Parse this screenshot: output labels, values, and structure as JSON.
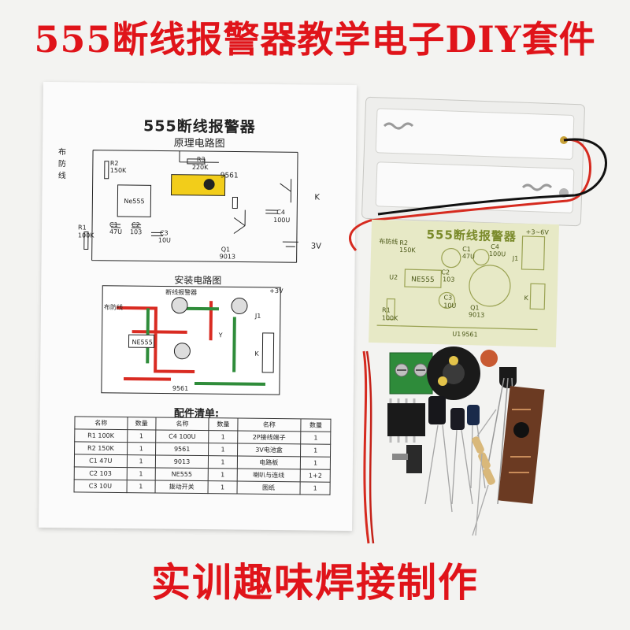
{
  "title": "555断线报警器教学电子DIY套件",
  "bottom_caption": "实训趣味焊接制作",
  "sheet": {
    "title": "555断线报警器",
    "subtitle_schematic": "原理电路图",
    "subtitle_assembly": "安装电路图",
    "subtitle_parts": "配件清单:",
    "schematic_labels": {
      "guard_wire": "布防线",
      "r2": "R2",
      "r2_val": "150K",
      "r3": "R3",
      "r3_val": "220K",
      "ic": "Ne555",
      "chip": "9561",
      "r1": "R1",
      "r1_val": "100K",
      "c1": "C1",
      "c1_val": "47U",
      "c2": "C2",
      "c2_val": "103",
      "c3": "C3",
      "c3_val": "10U",
      "c4": "C4",
      "c4_val": "100U",
      "q1": "Q1",
      "q1_val": "9013",
      "k": "K",
      "v": "3V"
    },
    "assembly_labels": {
      "board_title": "断线报警器",
      "guard": "布防线",
      "ne555": "NE555",
      "chip": "9561",
      "plus3v": "+3V",
      "j1": "J1",
      "k": "K",
      "y": "Y"
    },
    "parts_table": {
      "headers": [
        "名称",
        "数量",
        "名称",
        "数量",
        "名称",
        "数量"
      ],
      "rows": [
        [
          "R1  100K",
          "1",
          "C4 100U",
          "1",
          "2P接线端子",
          "1"
        ],
        [
          "R2  150K",
          "1",
          "9561",
          "1",
          "3V电池盒",
          "1"
        ],
        [
          "C1  47U",
          "1",
          "9013",
          "1",
          "电路板",
          "1"
        ],
        [
          "C2 103",
          "1",
          "NE555",
          "1",
          "喇叭与连线",
          "1+2"
        ],
        [
          "C3 10U",
          "1",
          "拨动开关",
          "1",
          "图纸",
          "1"
        ]
      ]
    }
  },
  "pcb": {
    "title": "555断线报警器",
    "labels": {
      "guard": "布防线",
      "r2": "R2",
      "r2_val": "150K",
      "u2": "U2",
      "ne555": "NE555",
      "c1": "C1",
      "c1_val": "47U",
      "c4": "C4",
      "c4_val": "100U",
      "c2": "C2",
      "c2_val": "103",
      "c3": "C3",
      "c3_val": "10U",
      "r1": "R1",
      "r1_val": "100K",
      "q1": "Q1",
      "q1_val": "9013",
      "u1": "U1",
      "chip": "9561",
      "j1": "J1",
      "k": "K",
      "plus3v": "+3~6V"
    }
  },
  "colors": {
    "title_red": "#e0141a",
    "pcb_green": "#e7e9c6",
    "trace_red": "#d92b22",
    "trace_green": "#2f8c3a",
    "battery_box": "#eeeeec",
    "terminal_green": "#2e8b3a",
    "chip_board": "#6b3a22"
  }
}
